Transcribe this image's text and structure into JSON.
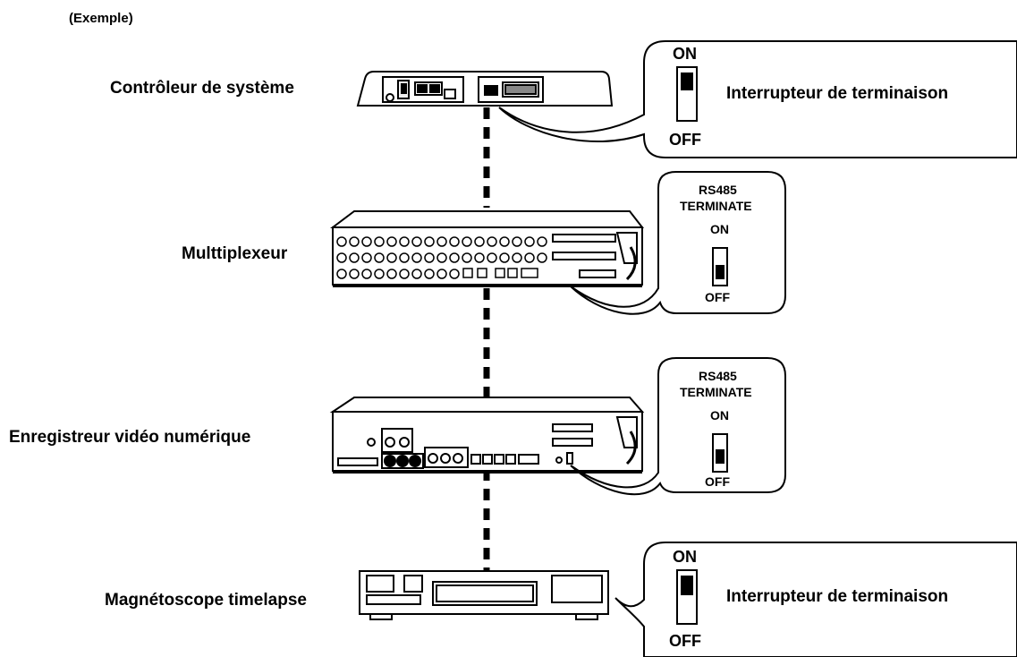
{
  "example_label": "(Exemple)",
  "devices": {
    "controller": "Contrôleur de système",
    "multiplexer": "Multtiplexeur",
    "dvr": "Enregistreur vidéo numérique",
    "vcr": "Magnétoscope timelapse"
  },
  "callout_top": {
    "on": "ON",
    "off": "OFF",
    "label": "Interrupteur de terminaison"
  },
  "callout_mux": {
    "line1": "RS485",
    "line2": "TERMINATE",
    "on": "ON",
    "off": "OFF"
  },
  "callout_dvr": {
    "line1": "RS485",
    "line2": "TERMINATE",
    "on": "ON",
    "off": "OFF"
  },
  "callout_bottom": {
    "on": "ON",
    "off": "OFF",
    "label": "Interrupteur de terminaison"
  },
  "colors": {
    "line": "#000000",
    "background": "#ffffff"
  }
}
